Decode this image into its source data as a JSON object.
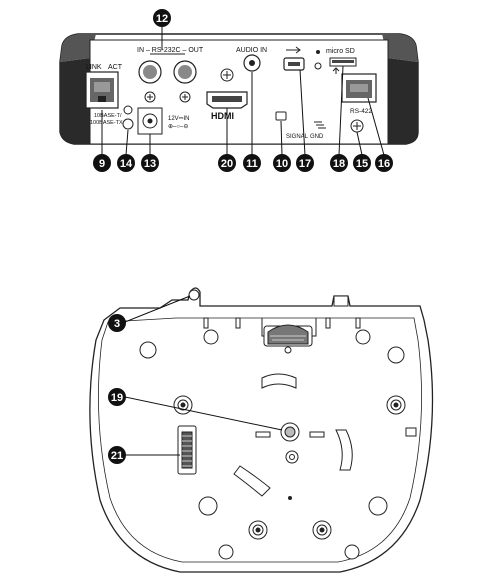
{
  "top_panel": {
    "labels": {
      "rs232c": "IN – RS-232C – OUT",
      "in": "IN",
      "out": "OUT",
      "audio_in": "AUDIO IN",
      "link": "LINK",
      "act": "ACT",
      "lan1": "10BASE-T/",
      "lan2": "100BASE-TX",
      "power": "12V⎓IN",
      "power_polarity": "⊕–○–⊖",
      "hdmi": "HDMI",
      "signal": "SIGNAL",
      "gnd": "GND",
      "micro_sd": "micro SD",
      "rs422": "RS-422"
    },
    "callouts": [
      "12",
      "9",
      "14",
      "13",
      "20",
      "11",
      "10",
      "17",
      "18",
      "15",
      "16"
    ]
  },
  "bottom_panel": {
    "callouts": [
      "3",
      "19",
      "21"
    ]
  }
}
